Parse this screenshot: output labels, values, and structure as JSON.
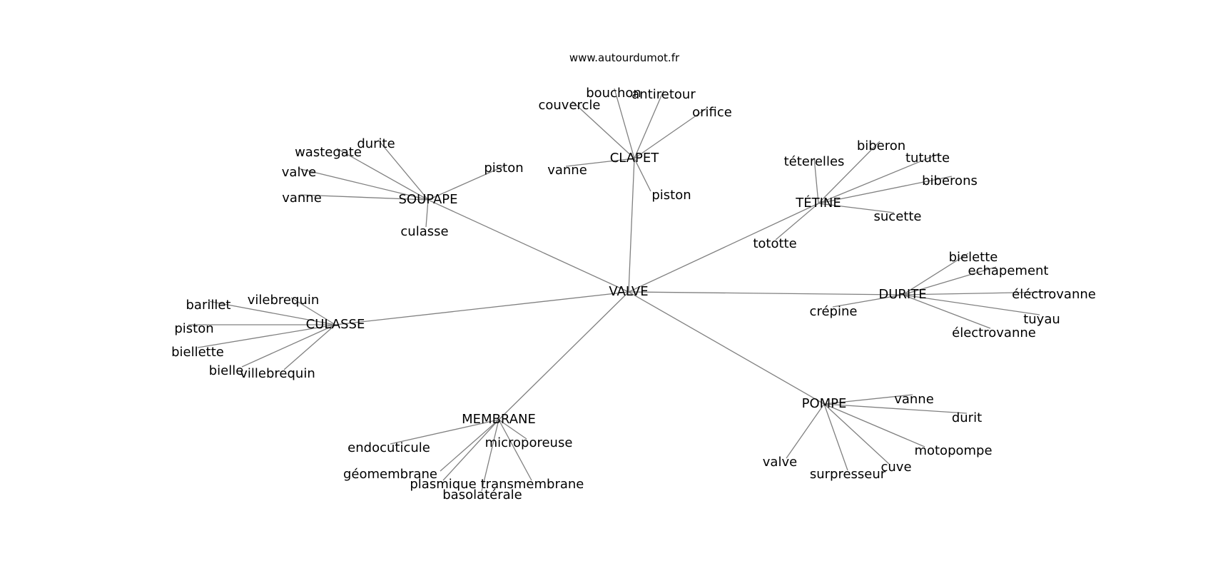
{
  "source": "www.autourdumot.fr",
  "center": "VALVE",
  "hubs": [
    {
      "label": "SOUPAPE",
      "words": [
        "durite",
        "wastegate",
        "valve",
        "vanne",
        "culasse",
        "piston"
      ]
    },
    {
      "label": "CLAPET",
      "words": [
        "couvercle",
        "bouchon",
        "antiretour",
        "orifice",
        "vanne",
        "piston"
      ]
    },
    {
      "label": "TÉTINE",
      "words": [
        "téterelles",
        "biberon",
        "tututte",
        "biberons",
        "sucette",
        "tototte"
      ]
    },
    {
      "label": "DURITE",
      "words": [
        "bielette",
        "echapement",
        "éléctrovanne",
        "tuyau",
        "électrovanne",
        "crépine"
      ]
    },
    {
      "label": "POMPE",
      "words": [
        "vanne",
        "durit",
        "motopompe",
        "cuve",
        "surpresseur",
        "valve"
      ]
    },
    {
      "label": "MEMBRANE",
      "words": [
        "endocuticule",
        "géomembrane",
        "plasmique",
        "basolatérale",
        "transmembrane",
        "microporeuse"
      ]
    },
    {
      "label": "CULASSE",
      "words": [
        "vilebrequin",
        "barillet",
        "piston",
        "biellette",
        "bielle",
        "villebrequin"
      ]
    }
  ]
}
